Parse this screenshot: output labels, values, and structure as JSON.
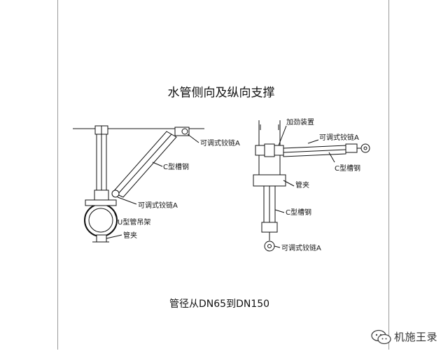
{
  "title": "水管侧向及纵向支撑",
  "caption": "管径从DN65到DN150",
  "left_view": {
    "labels": {
      "hinge_top": "可调式铰链A",
      "channel": "C型槽钢",
      "hinge_bottom": "可调式铰链A",
      "u_hanger": "U型管吊架",
      "clamp": "管夹"
    }
  },
  "right_view": {
    "labels": {
      "stiffener": "加劲装置",
      "hinge_top": "可调式铰链A",
      "channel_side": "C型槽钢",
      "clamp": "管夹",
      "channel_vertical": "C型槽钢",
      "hinge_bottom": "可调式铰链A"
    }
  },
  "watermark": {
    "text": "机施王录",
    "icon": "wechat-icon"
  }
}
